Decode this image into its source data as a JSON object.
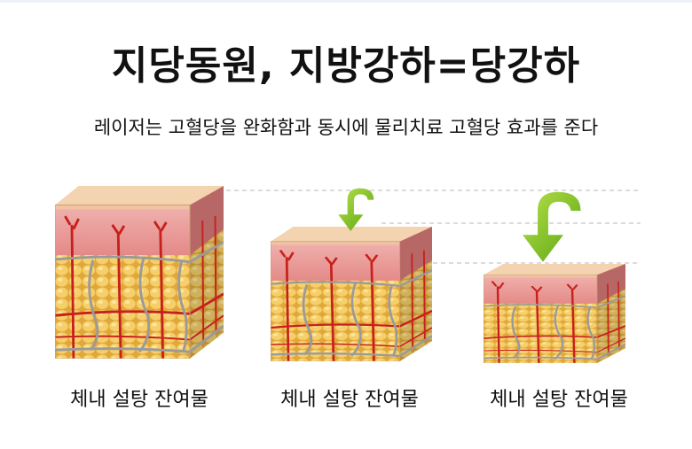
{
  "header": {
    "title": "지당동원, 지방강하=당강하",
    "subtitle": "레이저는 고혈당을 완화함과 동시에 물리치료 고혈당 효과를 준다"
  },
  "panels": [
    {
      "label": "체내 설탕 잔여물",
      "arrow": false
    },
    {
      "label": "체내 설탕 잔여물",
      "arrow": true
    },
    {
      "label": "체내 설탕 잔여물",
      "arrow": true
    }
  ],
  "colors": {
    "arrow": "#7cc51f",
    "skin": "#e89a9a",
    "fat": "#f2c45a",
    "vessel": "#c8201c"
  }
}
